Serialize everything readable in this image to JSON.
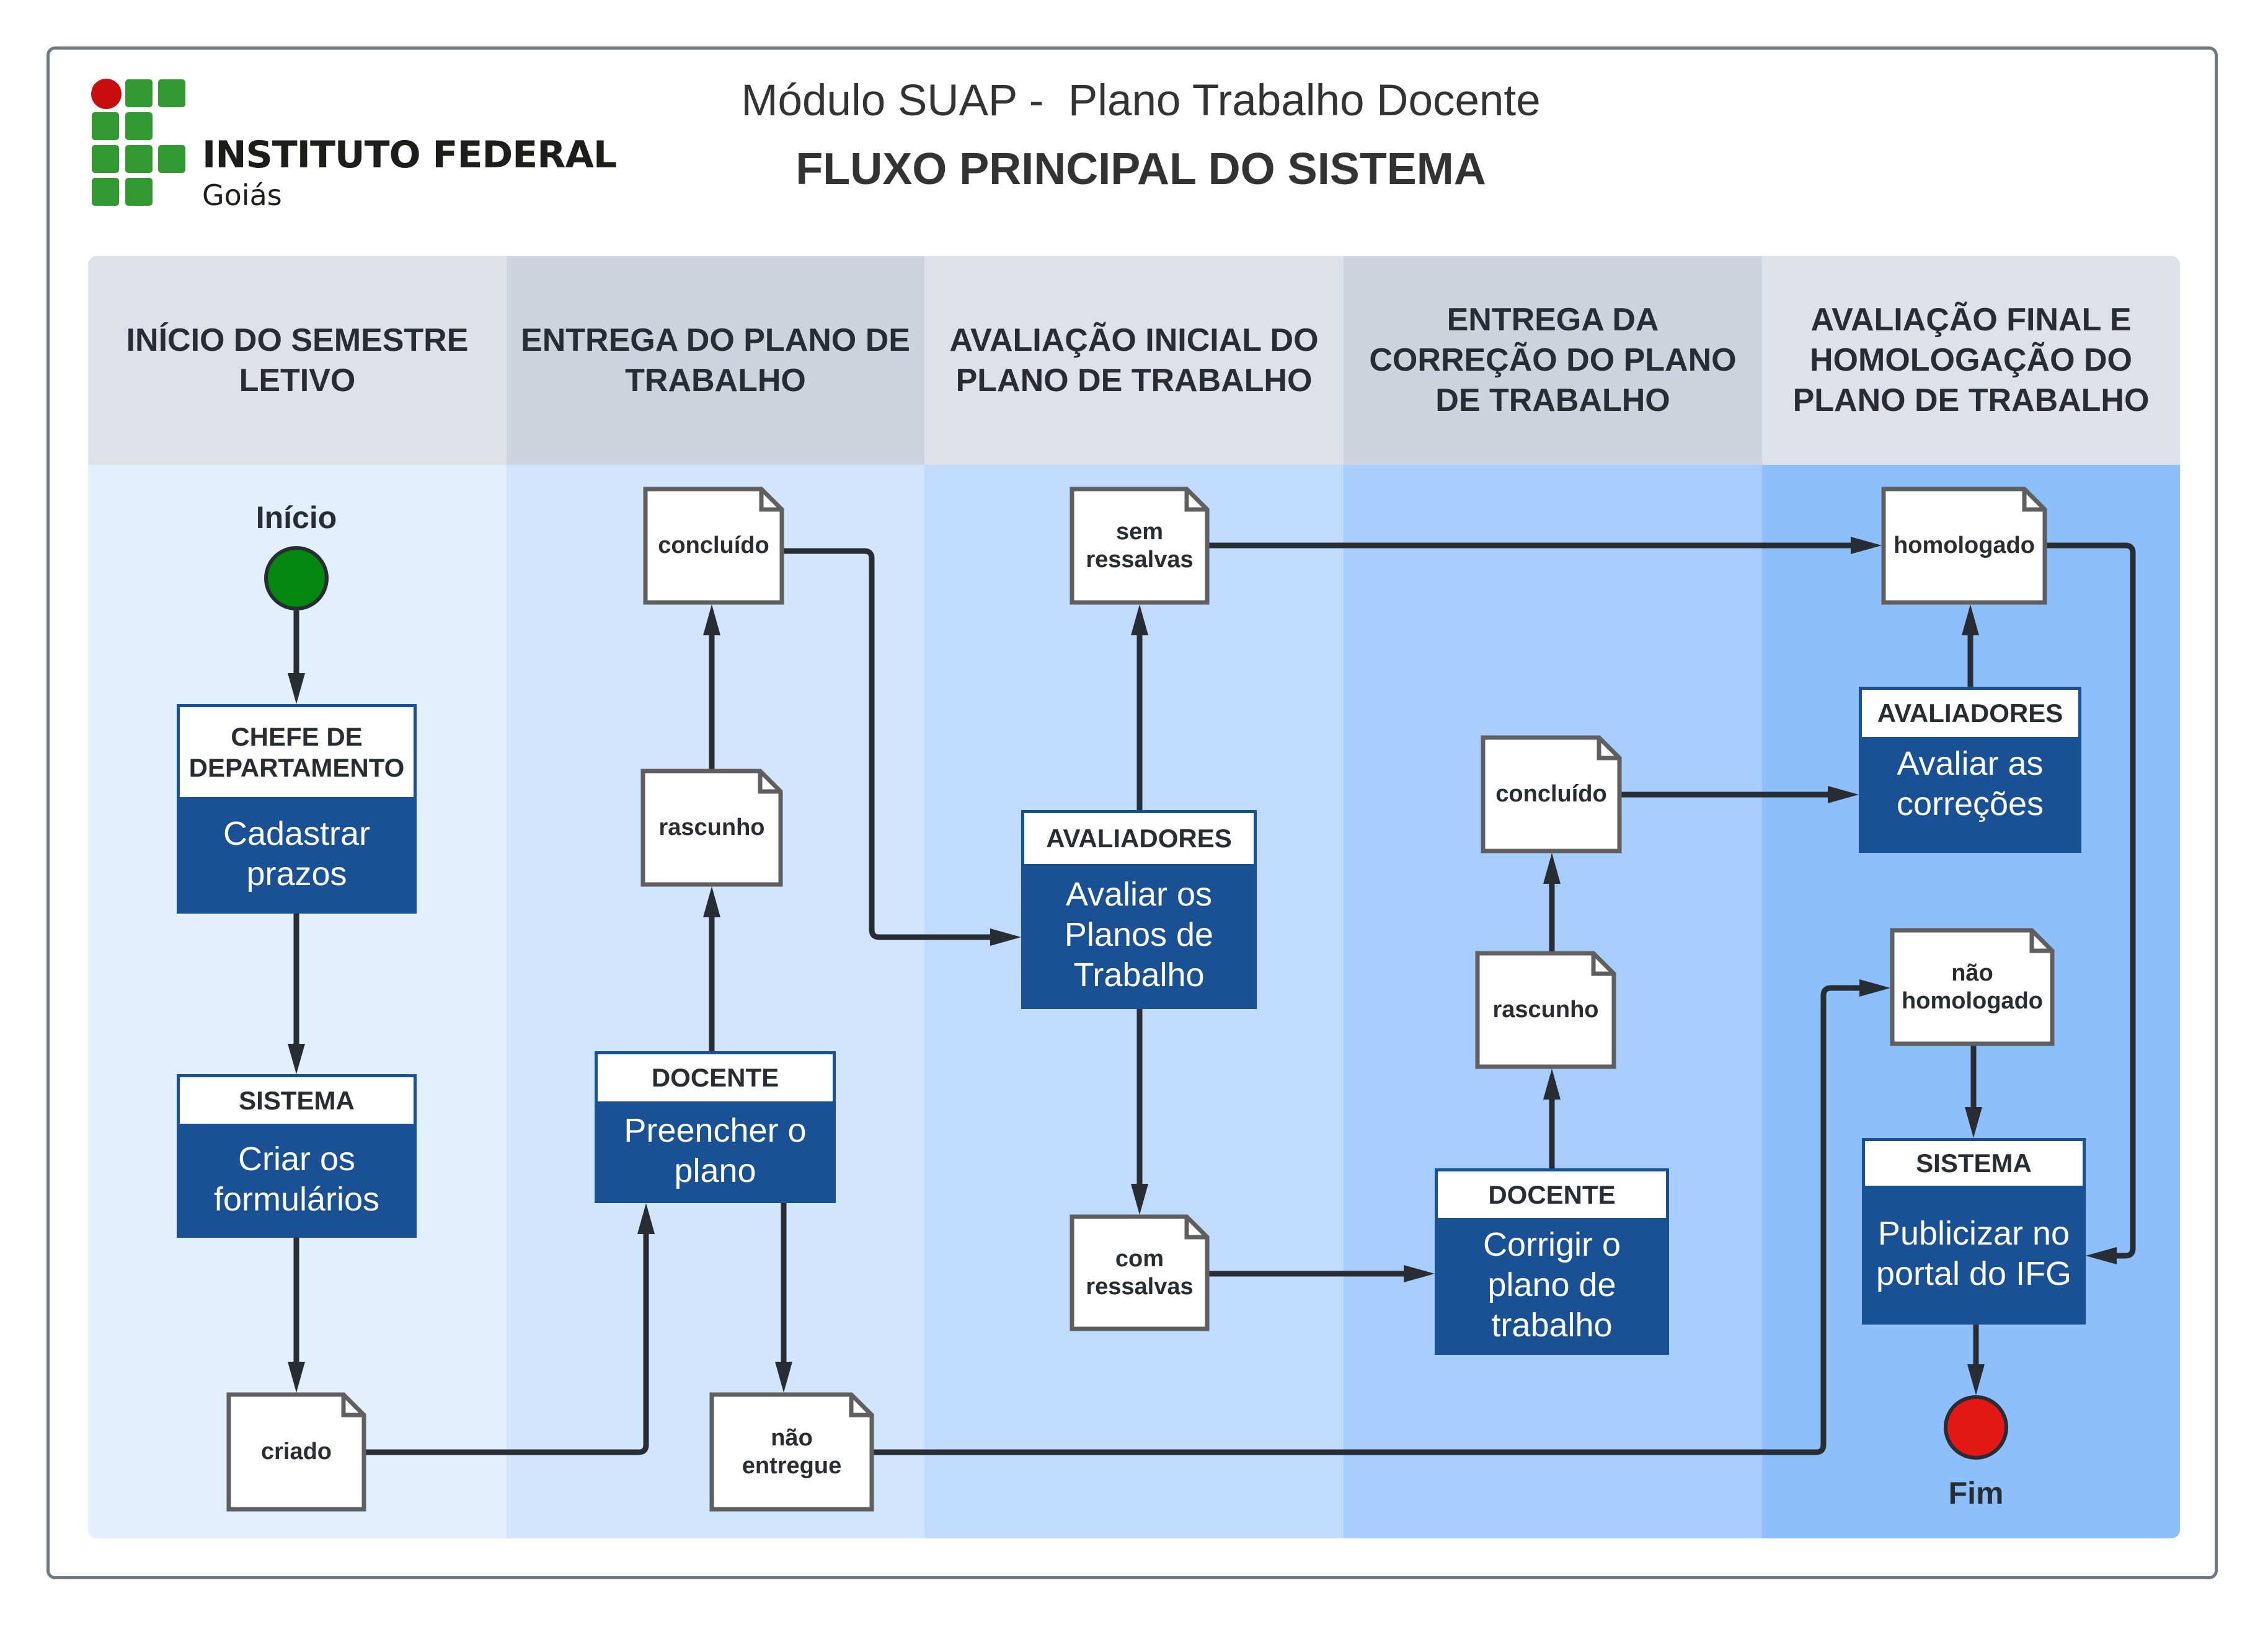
{
  "header": {
    "logo": {
      "name": "INSTITUTO FEDERAL",
      "subtitle": "Goiás",
      "colors": {
        "green": "#339933",
        "red": "#c80d0e"
      }
    },
    "title": "Módulo SUAP -  Plano Trabalho Docente",
    "subtitle": "FLUXO PRINCIPAL DO SISTEMA"
  },
  "colors": {
    "task_fill": "#1a5194",
    "document_border": "#5f5f5f",
    "connector": "#282c33",
    "start": "#03870f",
    "end": "#e41717",
    "lane_heads": [
      "#dee2e8",
      "#cdd4dd",
      "#dee2e8",
      "#cdd4dd",
      "#dee2e8"
    ],
    "lane_bodies": [
      "#e2efff",
      "#d1e5fd",
      "#c0dbfd",
      "#a6cdfd",
      "#8dbffb"
    ]
  },
  "lanes": [
    {
      "title": "INÍCIO DO SEMESTRE LETIVO"
    },
    {
      "title": "ENTREGA DO PLANO DE TRABALHO"
    },
    {
      "title": "AVALIAÇÃO INICIAL DO PLANO DE TRABALHO"
    },
    {
      "title": "ENTREGA DA CORREÇÃO DO PLANO DE TRABALHO"
    },
    {
      "title": "AVALIAÇÃO FINAL E HOMOLOGAÇÃO DO PLANO DE TRABALHO"
    }
  ],
  "start": {
    "label": "Início"
  },
  "end": {
    "label": "Fim"
  },
  "tasks": {
    "cadastrar": {
      "role": "CHEFE DE DEPARTAMENTO",
      "action": "Cadastrar prazos"
    },
    "criar": {
      "role": "SISTEMA",
      "action": "Criar os formulários"
    },
    "preencher": {
      "role": "DOCENTE",
      "action": "Preencher o plano"
    },
    "avaliar_planos": {
      "role": "AVALIADORES",
      "action": "Avaliar os Planos de Trabalho"
    },
    "corrigir": {
      "role": "DOCENTE",
      "action": "Corrigir o plano de trabalho"
    },
    "avaliar_correcoes": {
      "role": "AVALIADORES",
      "action": "Avaliar as correções"
    },
    "publicizar": {
      "role": "SISTEMA",
      "action": "Publicizar no portal do IFG"
    }
  },
  "documents": {
    "criado": "criado",
    "rascunho1": "rascunho",
    "concluido1": "concluído",
    "nao_entregue": "não entregue",
    "sem_ressalvas": "sem ressalvas",
    "com_ressalvas": "com ressalvas",
    "rascunho2": "rascunho",
    "concluido2": "concluído",
    "homologado": "homologado",
    "nao_homologado": "não homologado"
  }
}
